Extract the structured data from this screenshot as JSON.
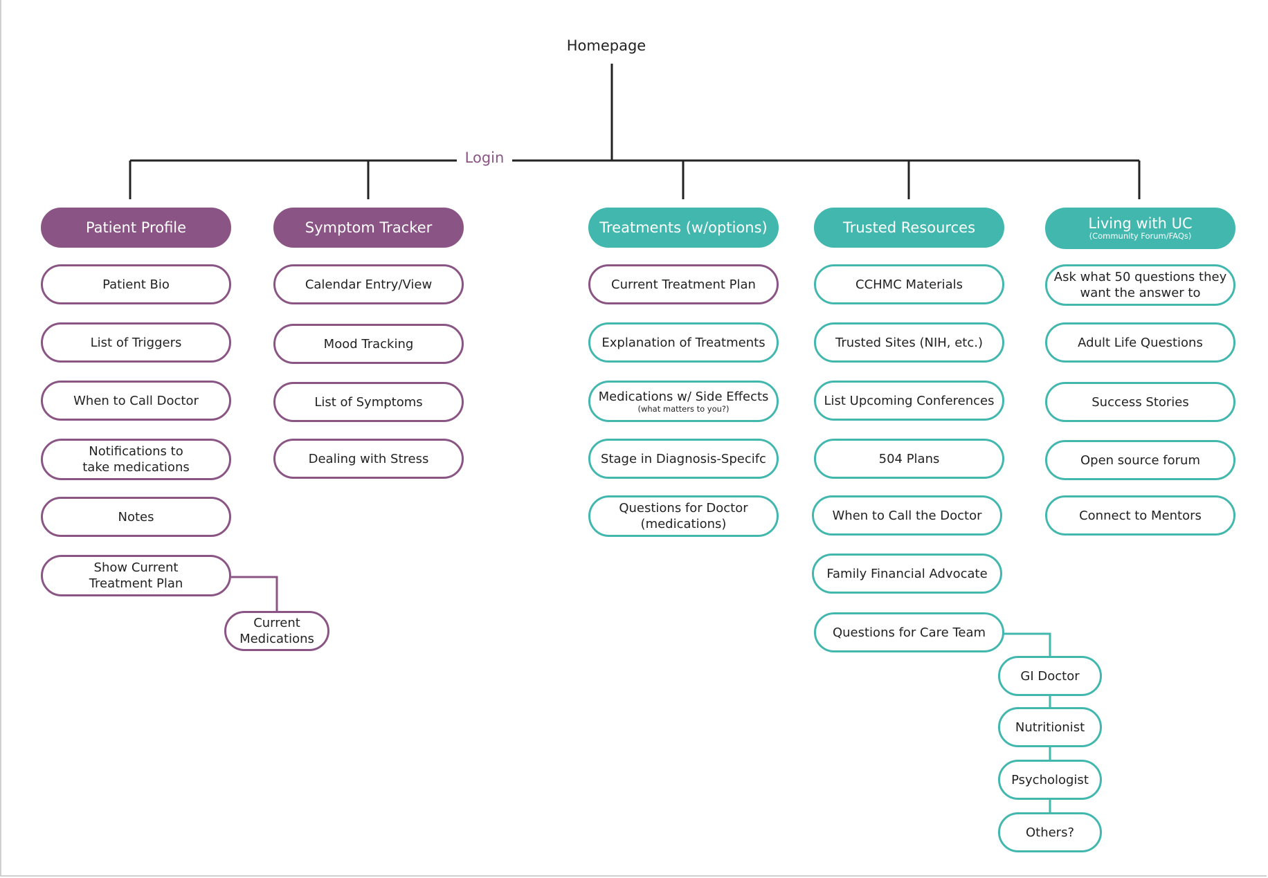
{
  "root": "Homepage",
  "login": "Login",
  "colors": {
    "purple": "#8a5584",
    "teal": "#42b7ae",
    "line": "#222222"
  },
  "categories": [
    {
      "title": "Patient Profile",
      "color": "purple",
      "items": [
        "Patient Bio",
        "List of Triggers",
        "When to Call Doctor",
        "Notifications to\ntake medications",
        "Notes",
        "Show Current\nTreatment Plan"
      ],
      "child": "Current\nMedications"
    },
    {
      "title": "Symptom Tracker",
      "color": "purple",
      "items": [
        "Calendar Entry/View",
        "Mood Tracking",
        "List of Symptoms",
        "Dealing with Stress"
      ]
    },
    {
      "title": "Treatments (w/options)",
      "color": "teal",
      "items": [
        "Current Treatment Plan",
        "Explanation of Treatments",
        "Medications w/ Side Effects",
        "Stage in Diagnosis-Specifc",
        "Questions for Doctor\n(medications)"
      ],
      "item_subtitles": {
        "2": "(what matters to you?)"
      }
    },
    {
      "title": "Trusted Resources",
      "color": "teal",
      "items": [
        "CCHMC Materials",
        "Trusted Sites (NIH, etc.)",
        "List Upcoming Conferences",
        "504 Plans",
        "When to Call the Doctor",
        "Family Financial Advocate",
        "Questions for Care Team"
      ],
      "children": [
        "GI Doctor",
        "Nutritionist",
        "Psychologist",
        "Others?"
      ]
    },
    {
      "title": "Living with UC",
      "subtitle": "(Community Forum/FAQs)",
      "color": "teal",
      "items": [
        "Ask what 50 questions they\nwant the answer to",
        "Adult Life Questions",
        "Success Stories",
        "Open source forum",
        "Connect to Mentors"
      ]
    }
  ]
}
